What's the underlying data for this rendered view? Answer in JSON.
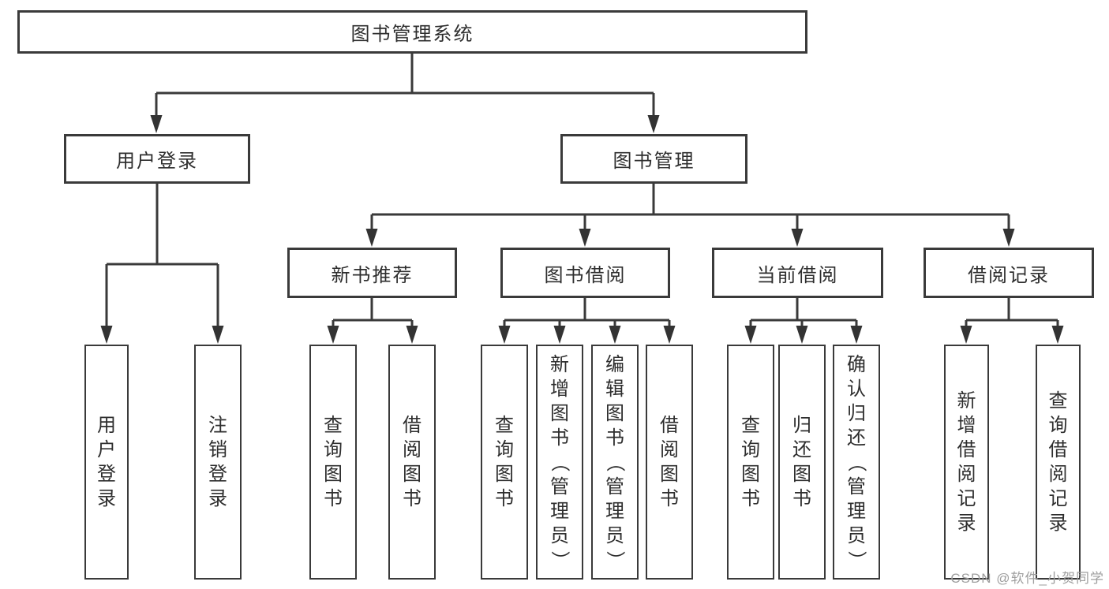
{
  "tree": {
    "root": {
      "label": "图书管理系统",
      "children": [
        {
          "label": "用户登录",
          "children": [
            {
              "label": "用户登录"
            },
            {
              "label": "注销登录"
            }
          ]
        },
        {
          "label": "图书管理",
          "children": [
            {
              "label": "新书推荐",
              "children": [
                {
                  "label": "查询图书"
                },
                {
                  "label": "借阅图书"
                }
              ]
            },
            {
              "label": "图书借阅",
              "children": [
                {
                  "label": "查询图书"
                },
                {
                  "label": "新增图书（管理员）"
                },
                {
                  "label": "编辑图书（管理员）"
                },
                {
                  "label": "借阅图书"
                }
              ]
            },
            {
              "label": "当前借阅",
              "children": [
                {
                  "label": "查询图书"
                },
                {
                  "label": "归还图书"
                },
                {
                  "label": "确认归还（管理员）"
                }
              ]
            },
            {
              "label": "借阅记录",
              "children": [
                {
                  "label": "新增借阅记录"
                },
                {
                  "label": "查询借阅记录"
                }
              ]
            }
          ]
        }
      ]
    }
  },
  "watermark": "CSDN @软件_小贺同学",
  "colors": {
    "background": "#ffffff",
    "box_border": "#3a3a3a",
    "line": "#3a3a3a",
    "arrow": "#333333",
    "text": "#2e2e2e",
    "watermark_text": "#9f9f9f"
  }
}
